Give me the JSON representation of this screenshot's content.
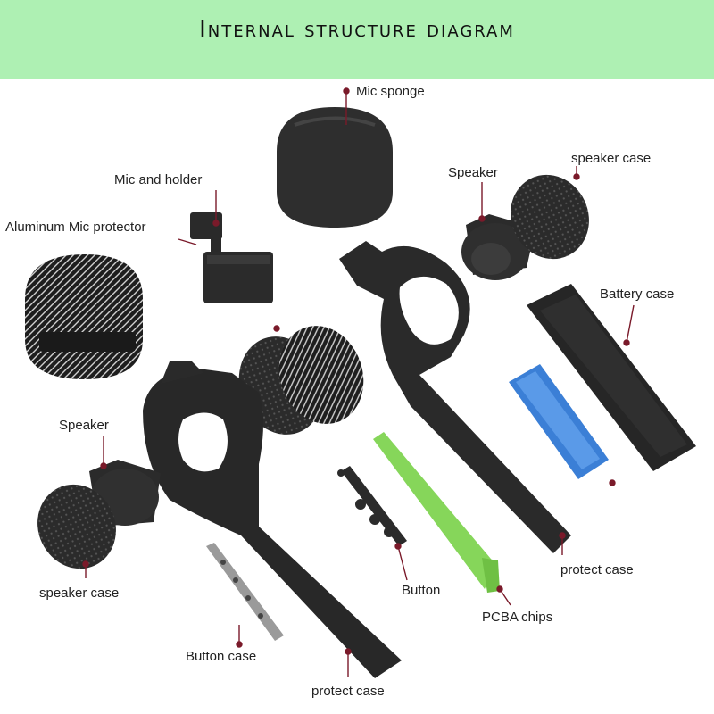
{
  "title": "Internal structure diagram",
  "colors": {
    "banner": "#aef0b3",
    "part": "#2b2b2b",
    "leader": "#7a1a2a",
    "battery": "#3b7fd6",
    "pcba": "#86d65a"
  },
  "labels": {
    "mic_sponge": "Mic sponge",
    "mic_holder": "Mic and holder",
    "aluminum_protector": "Aluminum Mic protector",
    "speaker_top": "Speaker",
    "speaker_case_top": "speaker case",
    "battery_case": "Battery case",
    "speaker_left": "Speaker",
    "speaker_case_left": "speaker case",
    "button_case": "Button case",
    "protect_case_bottom": "protect case",
    "button": "Button",
    "pcba_chips": "PCBA chips",
    "protect_case_right": "protect case"
  }
}
